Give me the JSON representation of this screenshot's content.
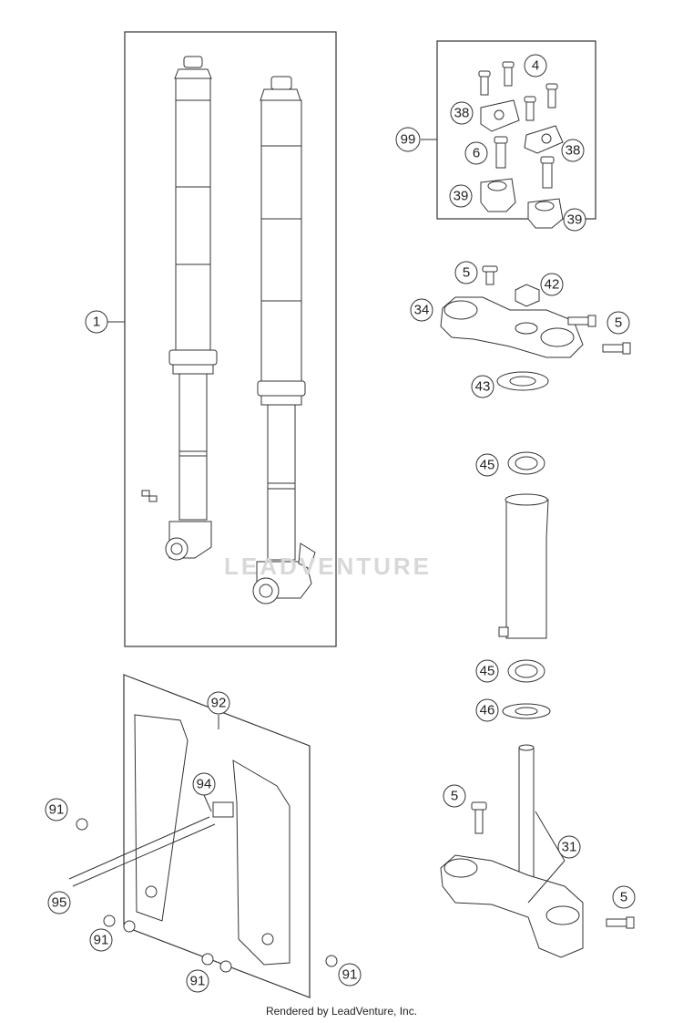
{
  "callouts": {
    "c1": "1",
    "c4": "4",
    "c99": "99",
    "c38a": "38",
    "c6": "6",
    "c38b": "38",
    "c39a": "39",
    "c39b": "39",
    "c5a": "5",
    "c42": "42",
    "c34": "34",
    "c5b": "5",
    "c43": "43",
    "c45a": "45",
    "c45b": "45",
    "c46": "46",
    "c92": "92",
    "c94": "94",
    "c91a": "91",
    "c95": "95",
    "c91b": "91",
    "c91c": "91",
    "c91d": "91",
    "c5c": "5",
    "c31": "31",
    "c5d": "5"
  },
  "watermark": "LEADVENTURE",
  "footer": "Rendered by LeadVenture, Inc."
}
